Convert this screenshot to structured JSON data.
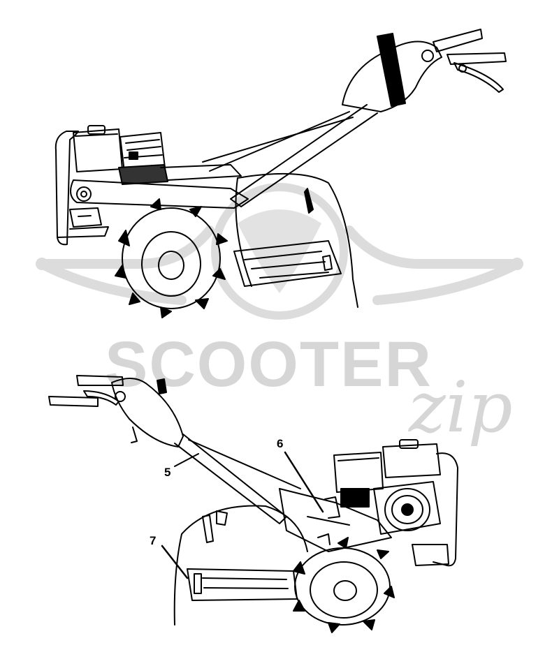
{
  "watermark": {
    "brand": "SCOOTER",
    "script": "zip",
    "color": "#d6d6d6"
  },
  "callouts": {
    "c5": "5",
    "c6": "6",
    "c7": "7"
  },
  "colors": {
    "line": "#000000",
    "background": "#ffffff"
  }
}
